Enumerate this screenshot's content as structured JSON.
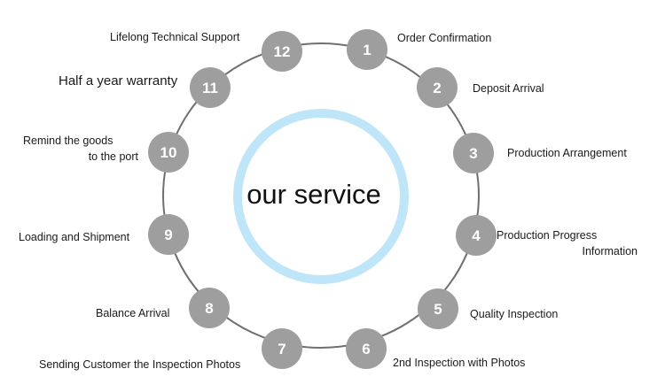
{
  "center": {
    "title": "our service",
    "ring_color": "#bfe6f8"
  },
  "colors": {
    "node": "#9e9e9e",
    "outer_ring": "#6f6f6f",
    "text": "#1a1a1a"
  },
  "steps": [
    {
      "number": "1",
      "lines": [
        "Order Confirmation"
      ]
    },
    {
      "number": "2",
      "lines": [
        "Deposit Arrival"
      ]
    },
    {
      "number": "3",
      "lines": [
        "Production Arrangement"
      ]
    },
    {
      "number": "4",
      "lines": [
        "Production Progress",
        "Information"
      ]
    },
    {
      "number": "5",
      "lines": [
        "Quality Inspection"
      ]
    },
    {
      "number": "6",
      "lines": [
        "2nd Inspection with Photos"
      ]
    },
    {
      "number": "7",
      "lines": [
        "Sending Customer the Inspection Photos"
      ]
    },
    {
      "number": "8",
      "lines": [
        "Balance Arrival"
      ]
    },
    {
      "number": "9",
      "lines": [
        "Loading and Shipment"
      ]
    },
    {
      "number": "10",
      "lines": [
        "Remind the goods",
        "to the port"
      ]
    },
    {
      "number": "11",
      "lines": [
        "Half a year warranty"
      ]
    },
    {
      "number": "12",
      "lines": [
        "Lifelong Technical Support"
      ]
    }
  ]
}
